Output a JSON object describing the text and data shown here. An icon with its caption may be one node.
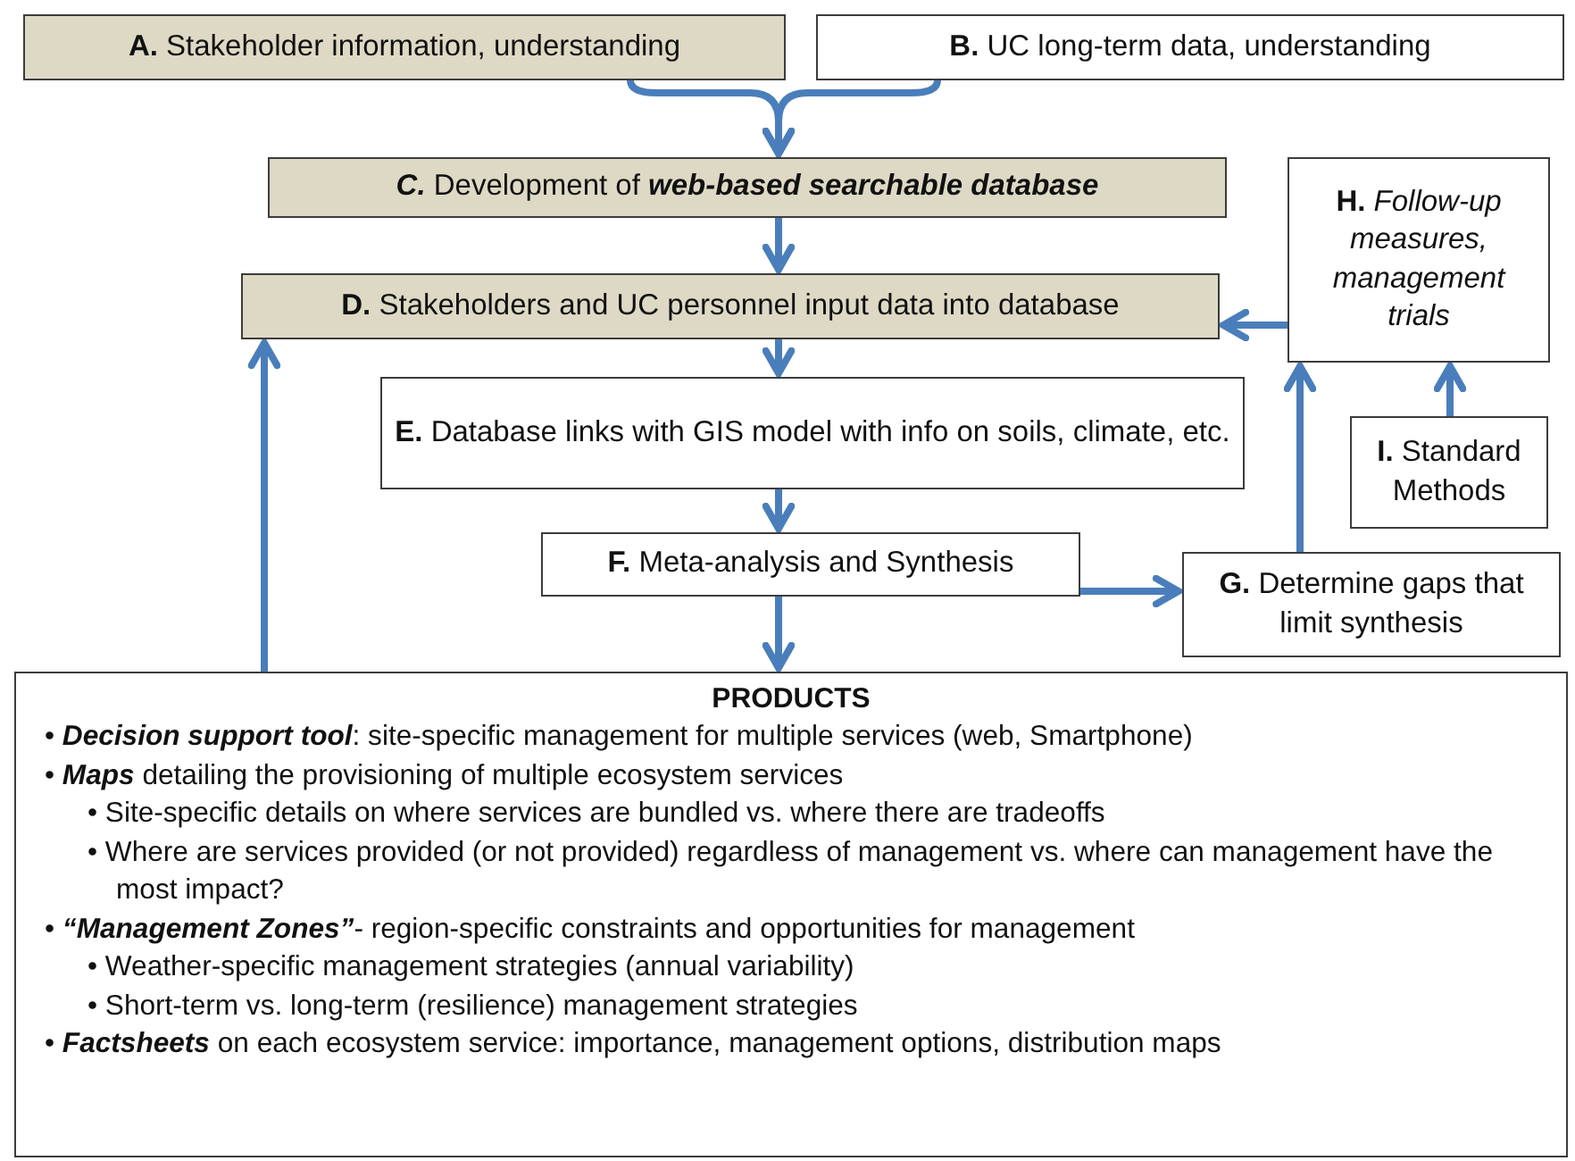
{
  "diagram": {
    "nodes": [
      {
        "text": [
          "**A.** Stakeholder information, understanding"
        ]
      },
      {
        "text": [
          "**B.** UC long-term data, understanding"
        ]
      },
      {
        "text": [
          "**C.** Development of **web-based searchable database**"
        ]
      },
      {
        "text": [
          "**D.** Stakeholders and UC personnel input data into database"
        ]
      },
      {
        "text": [
          "**E.** Database links with GIS model with info on soils, climate, etc."
        ]
      },
      {
        "text": [
          "**F.** Meta-analysis and Synthesis"
        ]
      },
      {
        "text": [
          "**G.** Determine gaps that limit synthesis"
        ]
      },
      {
        "text": [
          "**H.** *Follow-up measures, management trials*"
        ]
      },
      {
        "text": [
          "**I.** Standard Methods"
        ]
      },
      {
        "text": [
          "PRODUCTS",
          "• **Decision support tool**: site-specific management for multiple services (web, Smartphone)",
          "• **Maps** detailing the provisioning of multiple ecosystem services",
          "• Site-specific details on where services are bundled vs. where there are tradeoffs",
          "• Where are services provided (or not provided) regardless of management vs. where can management have the most impact?",
          "• **“Management Zones”**- region-specific constraints and opportunities for management",
          "• Weather-specific management strategies (annual variability)",
          "• Short-term vs. long-term (resilience) management strategies",
          "• **Factsheets** on each ecosystem service: importance, management options, distribution maps"
        ]
      }
    ],
    "edges": [
      {
        "from": 0,
        "to": 2,
        "arrow": "to"
      },
      {
        "from": 1,
        "to": 2,
        "arrow": "to"
      },
      {
        "from": 2,
        "to": 3,
        "arrow": "to"
      },
      {
        "from": 3,
        "to": 4,
        "arrow": "to"
      },
      {
        "from": 4,
        "to": 5,
        "arrow": "to"
      },
      {
        "from": 5,
        "to": 9,
        "arrow": "to"
      },
      {
        "from": 5,
        "to": 6,
        "arrow": "to"
      },
      {
        "from": 6,
        "to": 7,
        "arrow": "to"
      },
      {
        "from": 8,
        "to": 7,
        "arrow": "to"
      },
      {
        "from": 7,
        "to": 3,
        "arrow": "to"
      },
      {
        "from": 9,
        "to": 3,
        "arrow": "to"
      }
    ]
  }
}
